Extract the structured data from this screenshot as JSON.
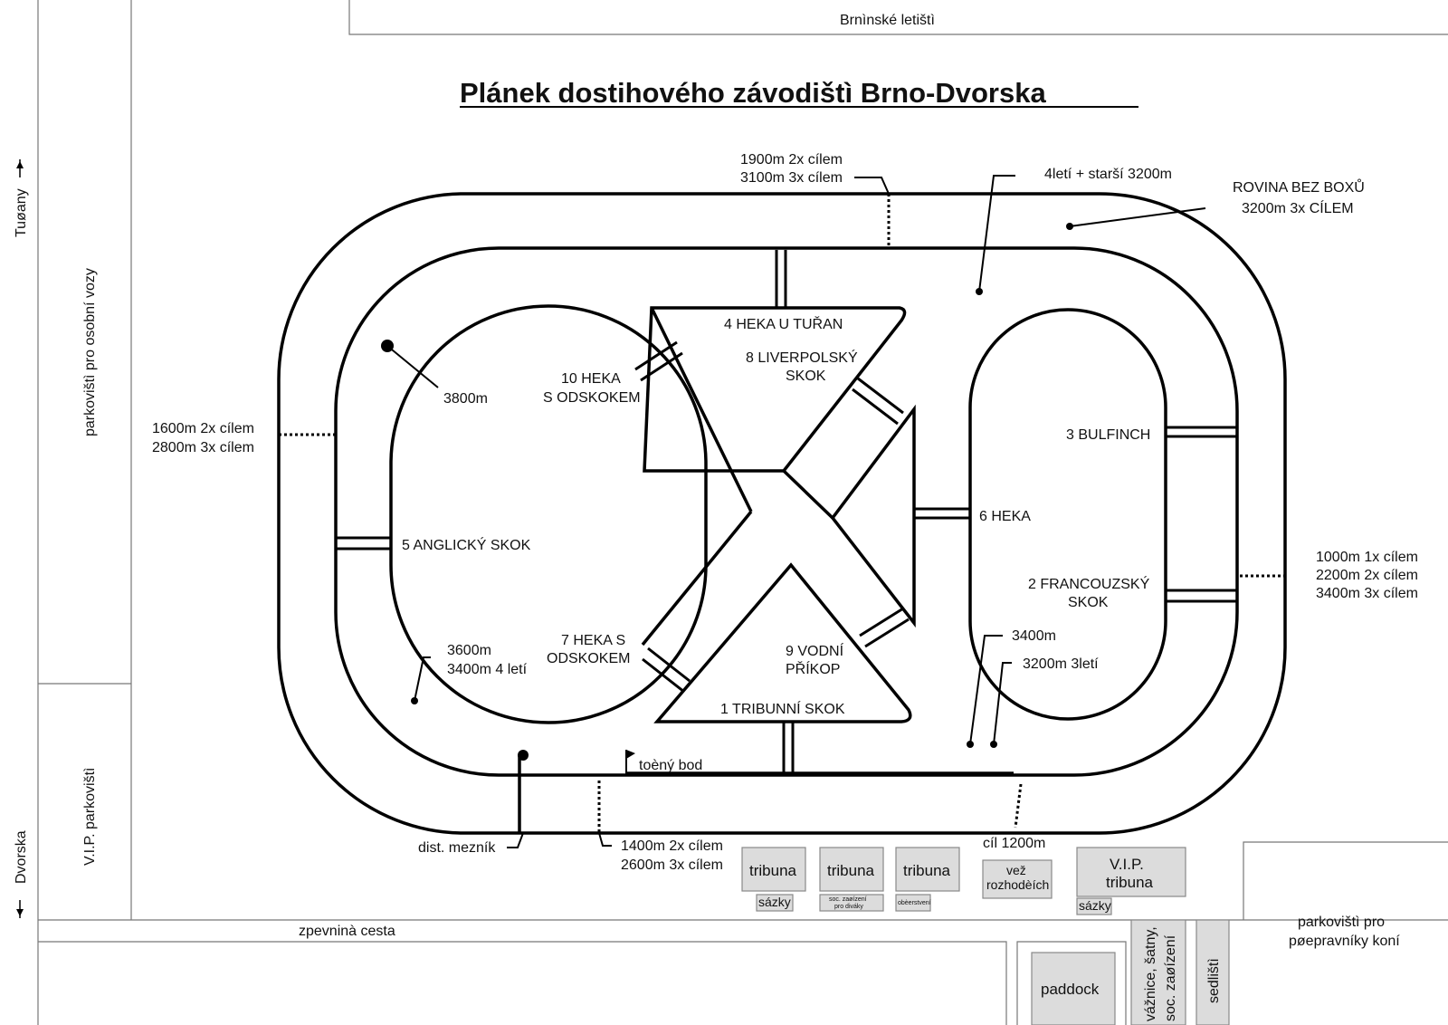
{
  "map": {
    "title": "Plánek dostihového závodištì Brno-Dvorska",
    "roads": {
      "airport": "Brnìnské letištì",
      "tucany": "Tuøany",
      "dvorska": "Dvorska",
      "paved_road": "zpevninà cesta"
    },
    "areas": {
      "car_parking": "parkovištì  pro osobní vozy",
      "vip_parking": "V.I.P. parkovištì",
      "horse_transport_parking_1": "parkovištì pro",
      "horse_transport_parking_2": "pøepravníky koní"
    },
    "distances": {
      "d1900_1": "1900m 2x cílem",
      "d1900_2": "3100m 3x cílem",
      "d4yr": "4letí + starší 3200m",
      "rovina_1": "ROVINA BEZ BOXŮ",
      "rovina_2": "3200m 3x CÍLEM",
      "d1600_1": "1600m 2x cílem",
      "d1600_2": "2800m 3x cílem",
      "d3800": "3800m",
      "d1000_1": "1000m 1x cílem",
      "d1000_2": "2200m 2x cílem",
      "d1000_3": "3400m 3x cílem",
      "d3600_1": "3600m",
      "d3600_2": "3400m 4 letí",
      "d3400": "3400m",
      "d3200_3yr": "3200m 3letí",
      "turn_point": "toèný bod",
      "dist_marker": "dist. mezník",
      "d1400_1": "1400m 2x cílem",
      "d1400_2": "2600m 3x cílem",
      "finish_1200": "cíl 1200m"
    },
    "obstacles": {
      "o4": "4 HEKA U TUŘAN",
      "o8_1": "8 LIVERPOLSKÝ",
      "o8_2": "SKOK",
      "o10_1": "10 HEKA",
      "o10_2": "S ODSKOKEM",
      "o3": "3 BULFINCH",
      "o6": "6 HEKA",
      "o5": "5 ANGLICKÝ SKOK",
      "o2_1": "2 FRANCOUZSKÝ",
      "o2_2": "SKOK",
      "o7_1": "7 HEKA S",
      "o7_2": "ODSKOKEM",
      "o9_1": "9 VODNÍ",
      "o9_2": "PŘÍKOP",
      "o1": "1 TRIBUNNÍ SKOK"
    },
    "buildings": {
      "tribuna_1": "tribuna",
      "tribuna_2": "tribuna",
      "tribuna_3": "tribuna",
      "judges_1": "vež",
      "judges_2": "rozhodèích",
      "vip_tribuna_1": "V.I.P.",
      "vip_tribuna_2": "tribuna",
      "betting_1": "sázky",
      "social_1": "soc. zaøízení",
      "social_2": "pro diváky",
      "refreshments": "obèerstvení",
      "betting_2": "sázky",
      "paddock": "paddock",
      "stables_1": "vážnice, šatny,",
      "stables_2": "soc. zaøízení",
      "saddling": "sedlištì"
    }
  }
}
